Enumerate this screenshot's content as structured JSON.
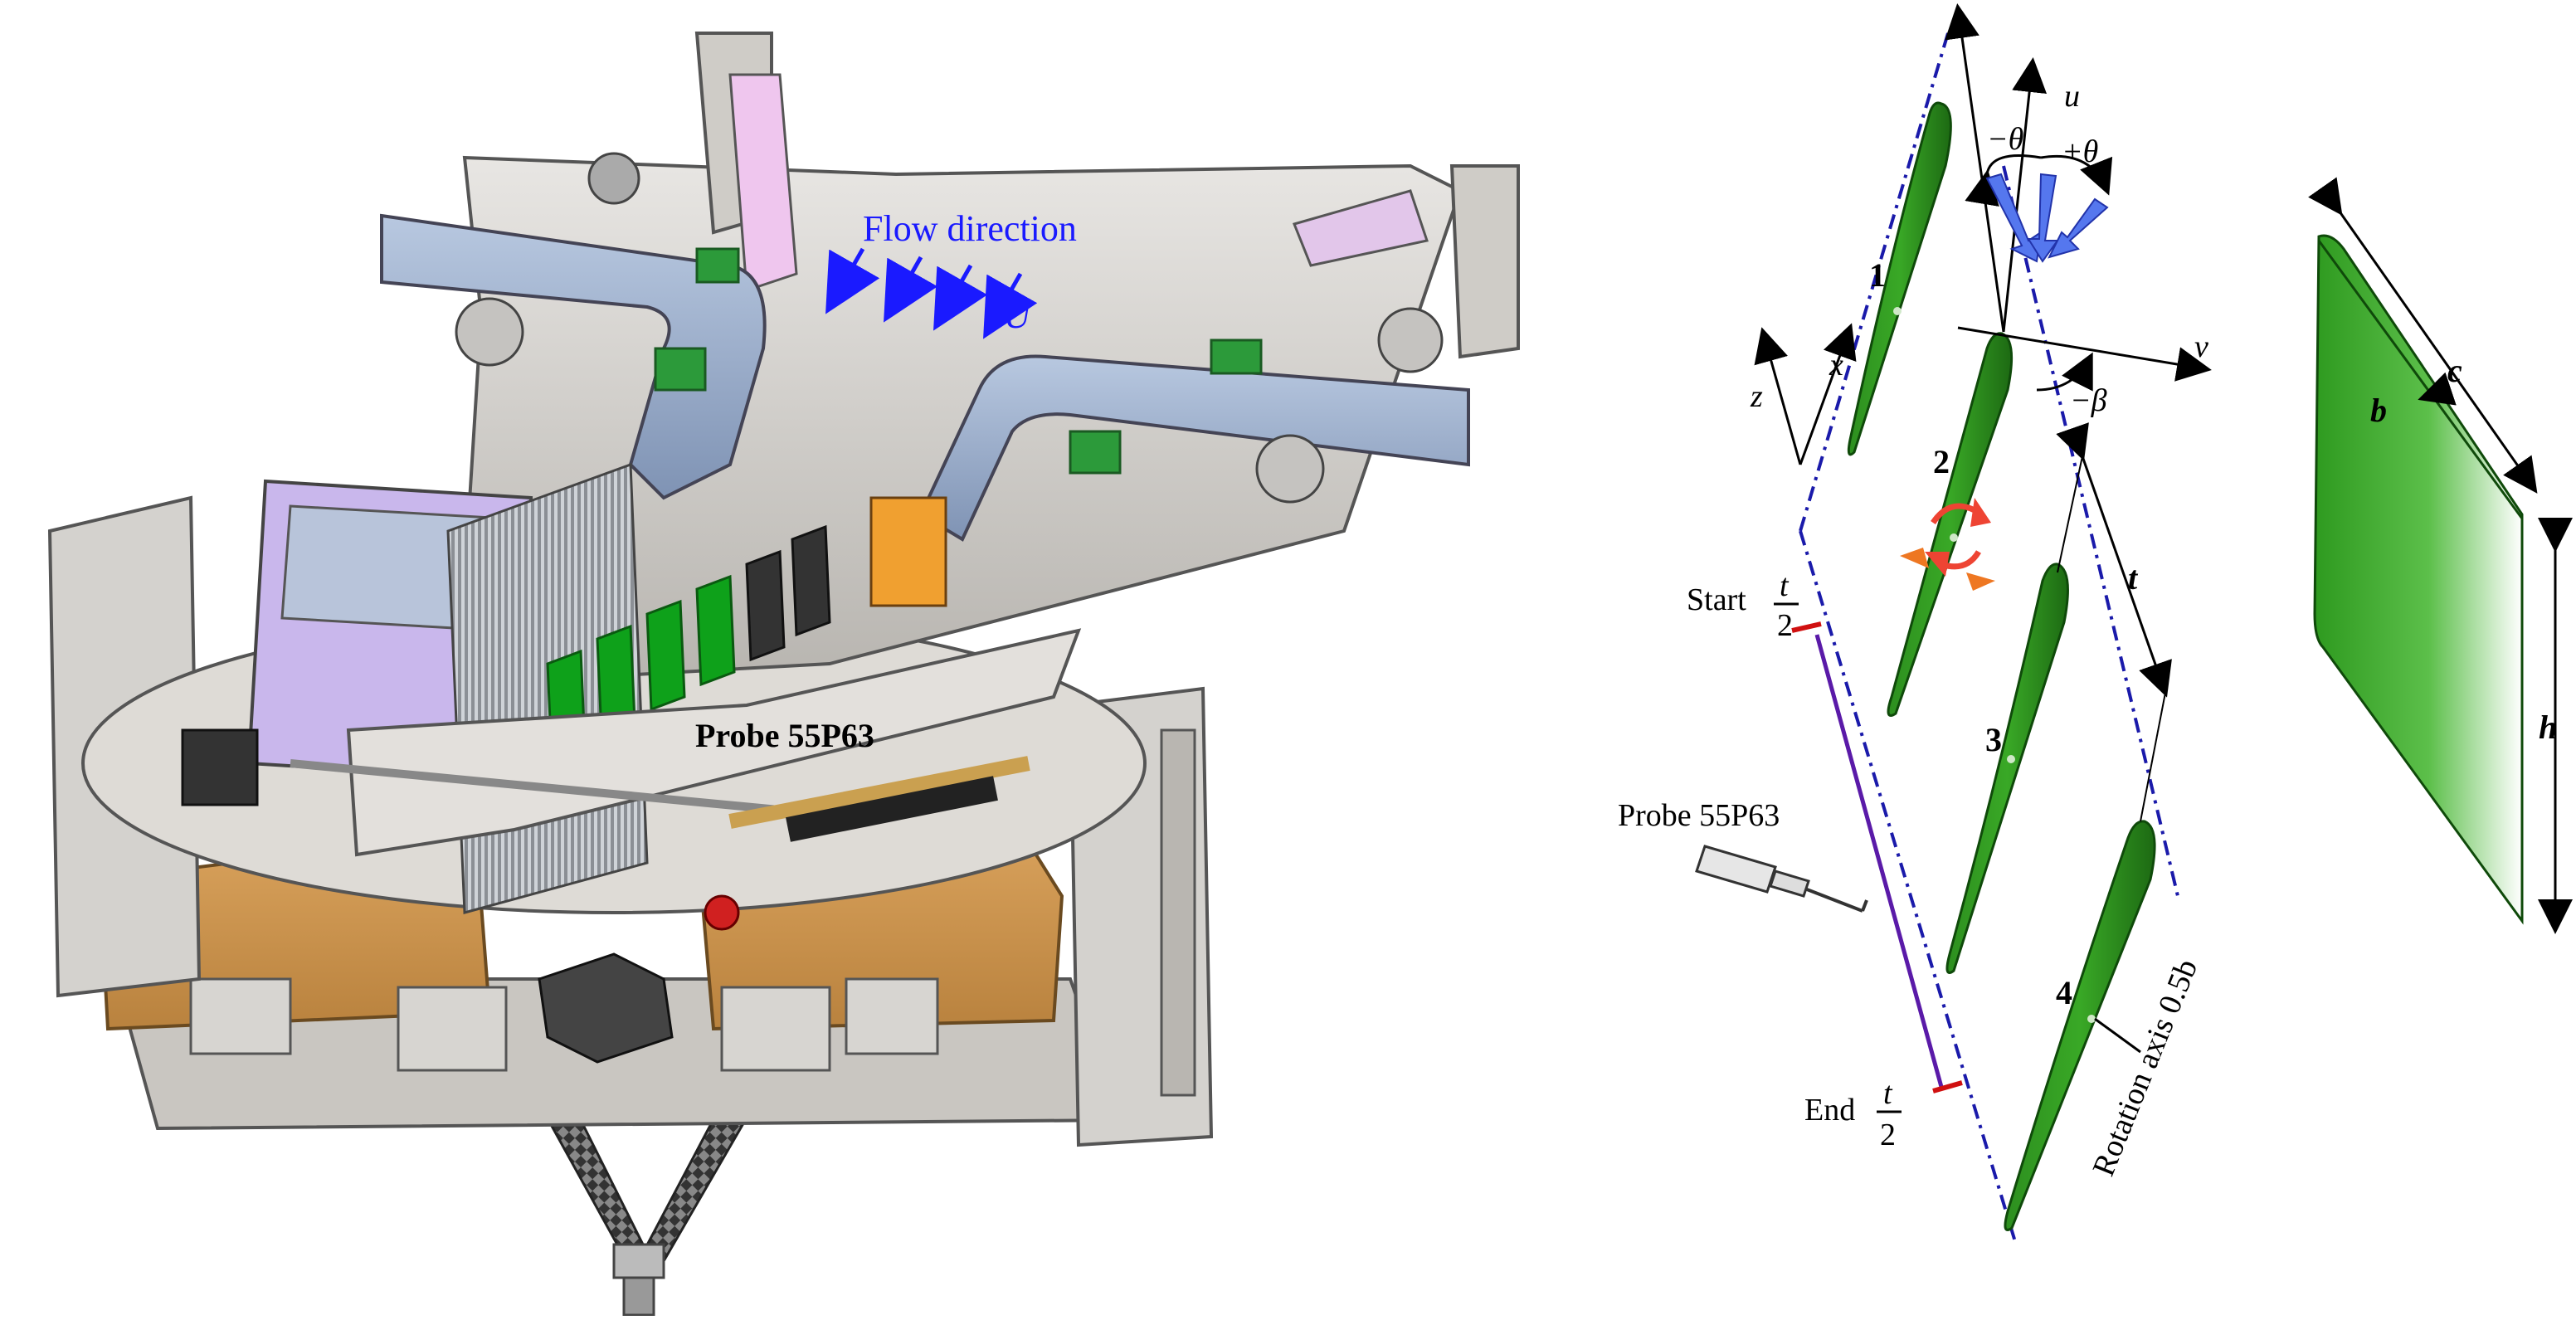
{
  "left_panel": {
    "flow_label": "Flow direction",
    "velocity_label": "U",
    "probe_label": "Probe 55P63"
  },
  "right_panel": {
    "blade_numbers": [
      "1",
      "2",
      "3",
      "4"
    ],
    "axis_x": "x",
    "axis_z": "z",
    "axis_u": "u",
    "axis_v": "v",
    "theta_minus": "−θ",
    "theta_plus": "+θ",
    "beta": "−β",
    "pitch": "t",
    "start_label": "Start",
    "end_label": "End",
    "half_num": "t",
    "half_den": "2",
    "probe_label": "Probe 55P63",
    "rotation_axis": "Rotation axis 0.5b",
    "span_b": "b",
    "span_c": "c",
    "span_h": "h"
  },
  "colors": {
    "blade_green": "#2e9a1f",
    "blade_dark": "#1a5e12",
    "axis_blue": "#1a1aaa",
    "traverse_purple": "#5a1aa8",
    "marker_red": "#d01010",
    "flow_arrow": "#5577ee",
    "rotate_red": "#ee4433",
    "oscillate_orange": "#ee7722"
  }
}
